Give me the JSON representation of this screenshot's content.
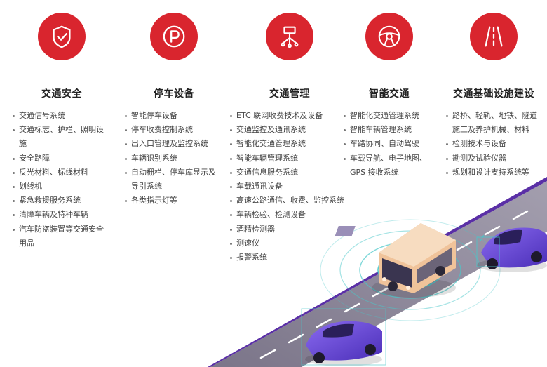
{
  "colors": {
    "accent": "#d9252e",
    "road": "#8a8496",
    "car": "#6a4fd6",
    "bus": "#f3c9a0",
    "scan": "#49c7c9"
  },
  "categories": [
    {
      "icon": "shield-check-icon",
      "title": "交通安全",
      "items": [
        "交通信号系统",
        "交通标志、护栏、照明设施",
        "安全路障",
        "反光材料、标线材料",
        "划线机",
        "紧急救援服务系统",
        "清障车辆及特种车辆",
        "汽车防盗装置等交通安全用品"
      ]
    },
    {
      "icon": "parking-icon",
      "title": "停车设备",
      "items": [
        "智能停车设备",
        "停车收费控制系统",
        "出入口管理及监控系统",
        "车辆识别系统",
        "自动栅栏、停车库显示及导引系统",
        "各类指示灯等"
      ]
    },
    {
      "icon": "network-hub-icon",
      "title": "交通管理",
      "items": [
        "ETC 联网收费技术及设备",
        "交通监控及通讯系统",
        "智能化交通管理系统",
        "智能车辆管理系统",
        "交通信息服务系统",
        "车载通讯设备",
        "高速公路通信、收费、监控系统",
        "车辆检验、检测设备",
        "酒精检测器",
        "测速仪",
        "报警系统"
      ]
    },
    {
      "icon": "steering-wheel-icon",
      "title": "智能交通",
      "items": [
        "智能化交通管理系统",
        "智能车辆管理系统",
        "车路协同、自动驾驶",
        "车载导航、电子地图、GPS 接收系统"
      ]
    },
    {
      "icon": "road-icon",
      "title": "交通基础设施建设",
      "items": [
        "路桥、轻轨、地铁、隧道施工及养护机械、材料",
        "检测技术与设备",
        "勘测及试验仪器",
        "规划和设计支持系统等"
      ]
    }
  ]
}
